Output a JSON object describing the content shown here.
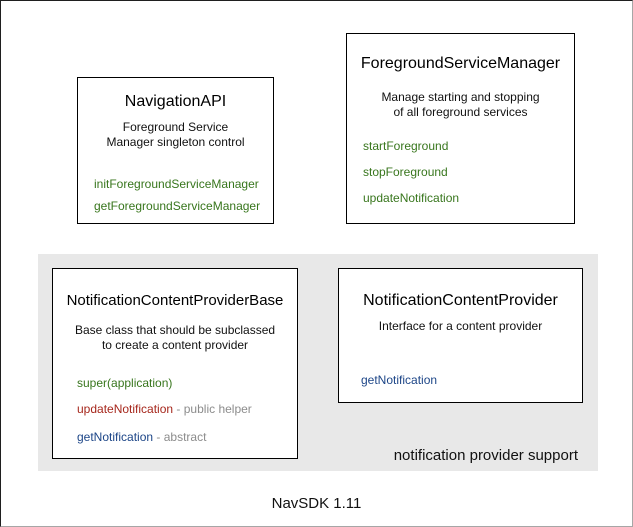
{
  "boxes": {
    "navigation_api": {
      "title": "NavigationAPI",
      "description": "Foreground Service\nManager singleton control",
      "methods": [
        {
          "name": "initForegroundServiceManager"
        },
        {
          "name": "getForegroundServiceManager"
        }
      ]
    },
    "foreground_service_manager": {
      "title": "ForegroundServiceManager",
      "description": "Manage starting and stopping\nof all foreground services",
      "methods": [
        {
          "name": "startForeground"
        },
        {
          "name": "stopForeground"
        },
        {
          "name": "updateNotification"
        }
      ]
    },
    "notification_content_provider_base": {
      "title": "NotificationContentProviderBase",
      "description": "Base class that should be subclassed\nto create a content provider",
      "methods": [
        {
          "name": "super(application)"
        },
        {
          "name": "updateNotification",
          "annotation": "- public helper"
        },
        {
          "name": "getNotification",
          "annotation": "- abstract"
        }
      ]
    },
    "notification_content_provider": {
      "title": "NotificationContentProvider",
      "description": "Interface for a content provider",
      "methods": [
        {
          "name": "getNotification"
        }
      ]
    }
  },
  "group": {
    "caption": "notification provider support"
  },
  "footer": {
    "caption": "NavSDK 1.11"
  },
  "colors": {
    "method_green": "#38761d",
    "method_red": "#a6271c",
    "method_blue": "#1c4587",
    "annotation_gray": "#8c8c8c",
    "group_background": "#e8e8e8",
    "box_border": "#000000"
  }
}
